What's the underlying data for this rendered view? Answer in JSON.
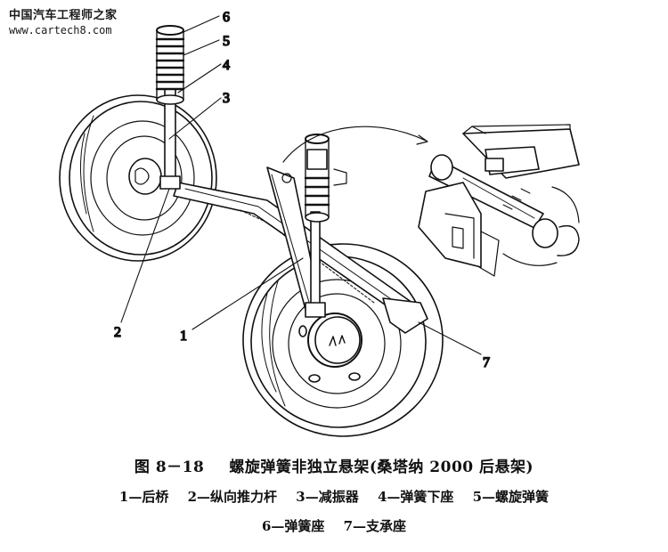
{
  "watermark": {
    "site_name": "中国汽车工程师之家",
    "url": "www.cartech8.com"
  },
  "diagram": {
    "callouts": [
      "6",
      "5",
      "4",
      "3",
      "2",
      "1",
      "7"
    ]
  },
  "caption": {
    "figure_number": "图 8－18",
    "title": "螺旋弹簧非独立悬架(桑塔纳 2000 后悬架)"
  },
  "legend": {
    "items": [
      "1—后桥",
      "2—纵向推力杆",
      "3—减振器",
      "4—弹簧下座",
      "5—螺旋弹簧",
      "6—弹簧座",
      "7—支承座"
    ]
  }
}
